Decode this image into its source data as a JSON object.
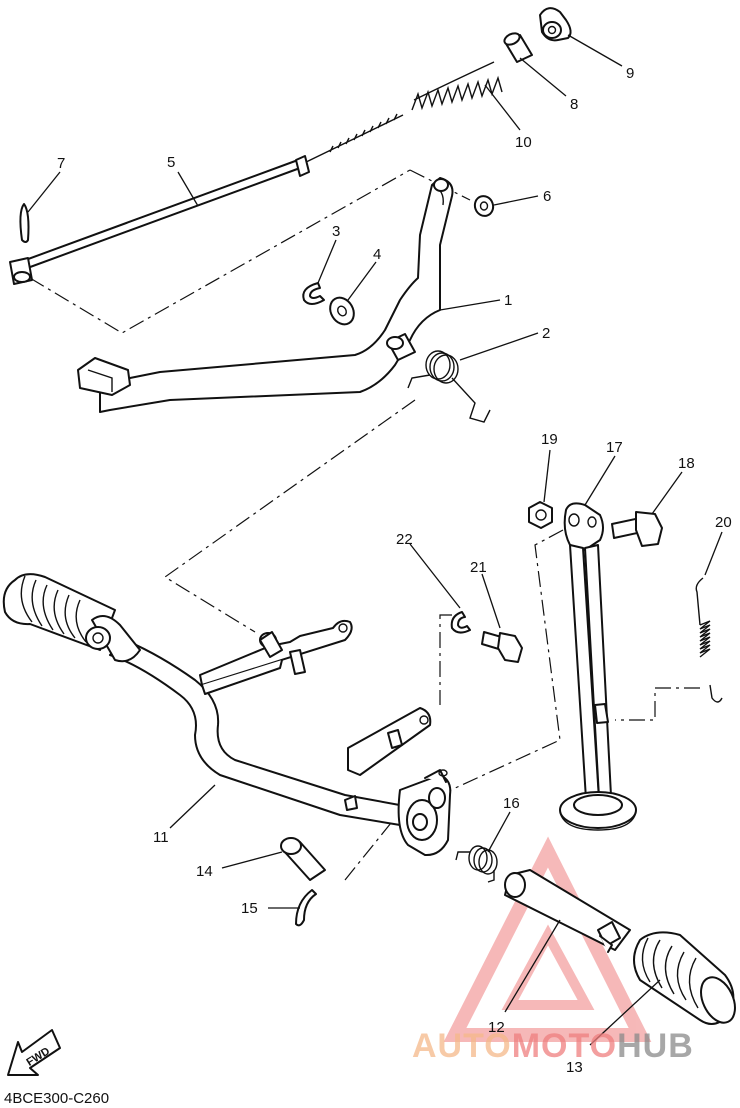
{
  "diagram_code": "4BCE300-C260",
  "fwd_label": "FWD",
  "watermark": {
    "part1": "AUTO",
    "part2": "MOTO",
    "part3": "HUB",
    "color_orange": "#f5b98a",
    "color_red": "#ef7f7f",
    "color_gray": "#8a8a8a"
  },
  "callouts": {
    "c1": "1",
    "c2": "2",
    "c3": "3",
    "c4": "4",
    "c5": "5",
    "c6": "6",
    "c7": "7",
    "c8": "8",
    "c9": "9",
    "c10": "10",
    "c11": "11",
    "c12": "12",
    "c13": "13",
    "c14": "14",
    "c15": "15",
    "c16": "16",
    "c17": "17",
    "c18": "18",
    "c19": "19",
    "c20": "20",
    "c21": "21",
    "c22": "22"
  }
}
